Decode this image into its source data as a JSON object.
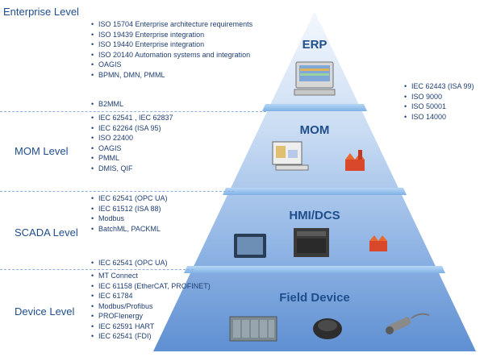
{
  "levels": {
    "enterprise": {
      "title": "Enterprise Level",
      "standards": [
        "ISO 15704 Enterprise architecture requirements",
        "ISO 19439 Enterprise integration",
        "ISO 19440  Enterprise integration",
        "ISO 20140  Automation systems and integration",
        "OAGIS",
        "BPMN, DMN, PMML",
        "B2MML"
      ]
    },
    "mom": {
      "title": "MOM Level",
      "standards": [
        "IEC 62541 , IEC 62837",
        "IEC 62264 (ISA 95)",
        "ISO 22400",
        "OAGIS",
        "PMML",
        "DMIS, QIF"
      ]
    },
    "scada": {
      "title": "SCADA Level",
      "standards": [
        "IEC 62541 (OPC UA)",
        "IEC 61512 (ISA 88)",
        "Modbus",
        "BatchML, PACKML",
        "IEC 62541 (OPC UA)"
      ]
    },
    "device": {
      "title": "Device Level",
      "standards": [
        "MT Connect",
        "IEC 61158 (EtherCAT, PROFINET)",
        "IEC 61784",
        "Modbus/Profibus",
        "PROFIenergy",
        "IEC 62591 HART",
        "IEC 62541 (FDI)"
      ]
    }
  },
  "cross_cutting_standards": [
    "IEC 62443 (ISA 99)",
    "ISO 9000",
    "ISO 50001",
    "ISO 14000"
  ],
  "pyramid": {
    "tiers": [
      {
        "label": "ERP"
      },
      {
        "label": "MOM"
      },
      {
        "label": "HMI/DCS"
      },
      {
        "label": "Field Device"
      }
    ]
  },
  "colors": {
    "text": "#1f3f73",
    "title": "#1f4e8c",
    "pyramid_top": "#e9f1fb",
    "pyramid_bottom": "#5f8fd2",
    "band": "#8fbff0"
  },
  "icons": [
    "computer-icon",
    "monitor-icon",
    "factory-icon",
    "hmi-panel-icon",
    "industrial-pc-icon",
    "plc-rack-icon",
    "device-disc-icon",
    "sensor-icon"
  ]
}
